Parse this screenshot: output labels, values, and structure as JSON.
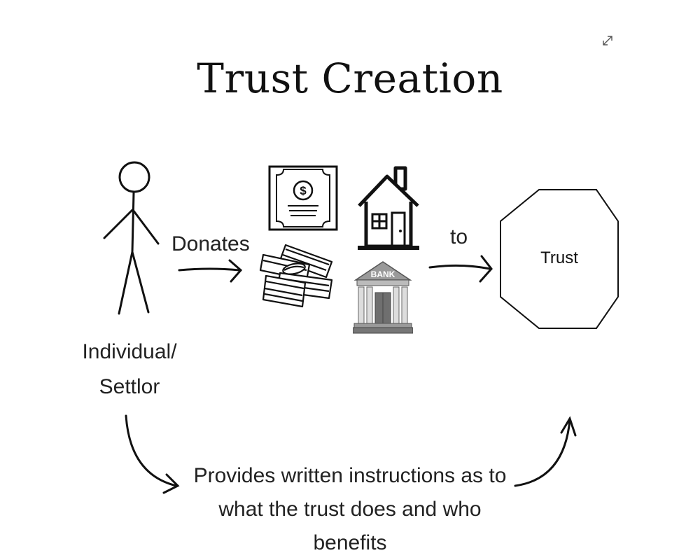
{
  "title": "Trust Creation",
  "labels": {
    "donates": "Donates",
    "to": "to",
    "settlor_line1": "Individual/",
    "settlor_line2": "Settlor",
    "trust": "Trust",
    "instructions": "Provides written instructions as to what the trust does and who benefits"
  },
  "bank_sign": "BANK",
  "currency_symbol": "$",
  "icons": [
    "expand-icon",
    "stick-figure-icon",
    "certificate-icon",
    "house-icon",
    "cash-stack-icon",
    "bank-icon",
    "octagon-shape"
  ],
  "colors": {
    "ink": "#111111",
    "background": "#ffffff",
    "bank_gray": "#7a7a7a"
  }
}
